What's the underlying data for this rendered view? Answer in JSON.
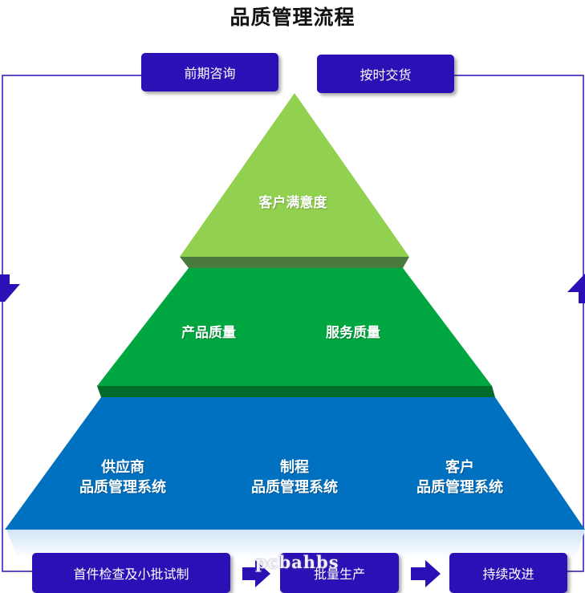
{
  "title": "品质管理流程",
  "top_boxes": [
    "前期咨询",
    "按时交货"
  ],
  "bottom_boxes": [
    "首件检查及小批试制",
    "批量生产",
    "持续改进"
  ],
  "pyramid": {
    "top": "客户满意度",
    "middle": [
      "产品质量",
      "服务质量"
    ],
    "bottom": [
      {
        "line1": "供应商",
        "line2": "品质管理系统"
      },
      {
        "line1": "制程",
        "line2": "品质管理系统"
      },
      {
        "line1": "客户",
        "line2": "品质管理系统"
      }
    ]
  },
  "watermark": "pcbahbs",
  "colors": {
    "box": "#2c10b5",
    "loop_line": "#2c10b5",
    "top_layer": "#92d050",
    "middle_layer": "#00a63f",
    "bottom_layer": "#0070c0"
  }
}
